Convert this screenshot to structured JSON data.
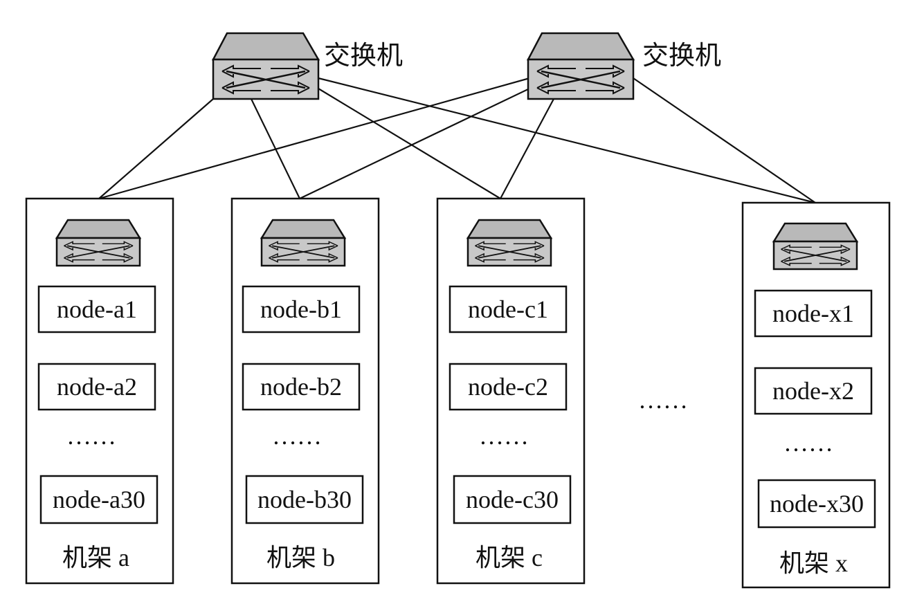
{
  "core_switches": [
    {
      "label": "交换机"
    },
    {
      "label": "交换机"
    }
  ],
  "racks": [
    {
      "label": "机架 a",
      "nodes": [
        "node-a1",
        "node-a2",
        "node-a30"
      ],
      "ellipsis": "……"
    },
    {
      "label": "机架 b",
      "nodes": [
        "node-b1",
        "node-b2",
        "node-b30"
      ],
      "ellipsis": "……"
    },
    {
      "label": "机架 c",
      "nodes": [
        "node-c1",
        "node-c2",
        "node-c30"
      ],
      "ellipsis": "……"
    },
    {
      "label": "机架 x",
      "nodes": [
        "node-x1",
        "node-x2",
        "node-x30"
      ],
      "ellipsis": "……"
    }
  ],
  "between_racks_ellipsis": "……",
  "colors": {
    "switch_fill": "#c8c8c8",
    "switch_top": "#b4b4b4",
    "line": "#111111"
  }
}
